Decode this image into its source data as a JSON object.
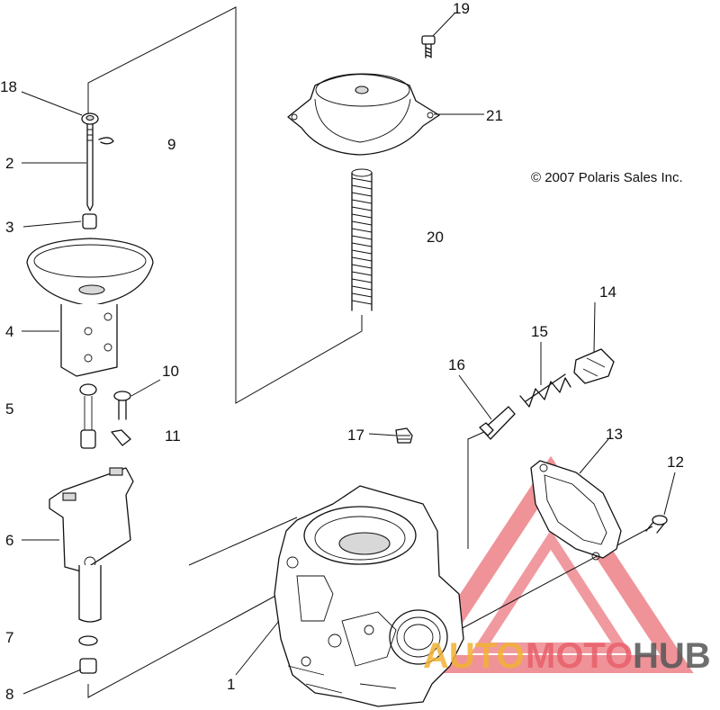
{
  "copyright": "© 2007 Polaris Sales Inc.",
  "part_numbers": [
    "1",
    "2",
    "3",
    "4",
    "5",
    "6",
    "7",
    "8",
    "9",
    "10",
    "11",
    "12",
    "13",
    "14",
    "15",
    "16",
    "17",
    "18",
    "19",
    "20",
    "21"
  ],
  "watermark": {
    "part1": "AUTO",
    "part2": "MOTO",
    "part3": "HUB",
    "colors": {
      "auto": "#f2b233",
      "moto": "#e8606a",
      "hub": "#555555",
      "triangle": "#e8606a"
    }
  }
}
